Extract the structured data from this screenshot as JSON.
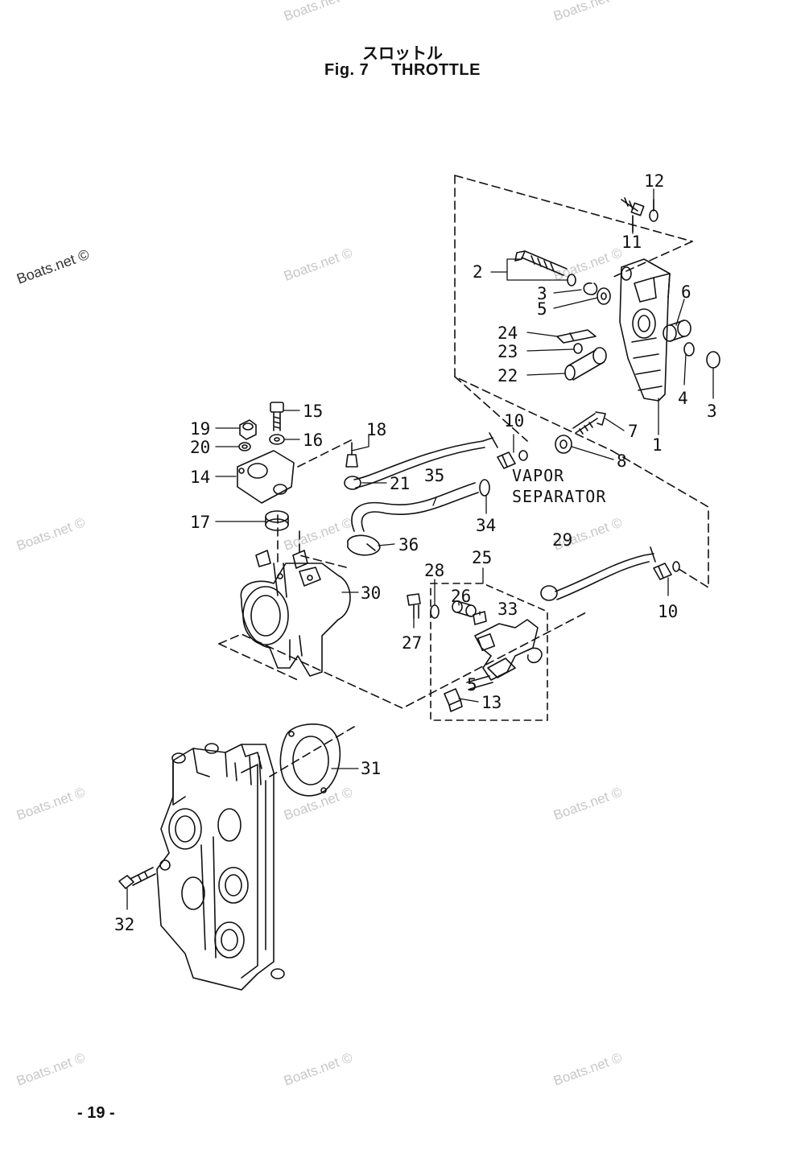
{
  "header": {
    "title_jp": "スロットル",
    "fig_label": "Fig. 7",
    "fig_name": "THROTTLE"
  },
  "footer": {
    "page_number": "- 19 -"
  },
  "watermark": {
    "text": "Boats.net ©"
  },
  "callouts": {
    "c1": "1",
    "c2": "2",
    "c3a": "3",
    "c3b": "3",
    "c4": "4",
    "c5": "5",
    "c6": "6",
    "c7": "7",
    "c8": "8",
    "c10a": "10",
    "c10b": "10",
    "c11": "11",
    "c12": "12",
    "c13": "13",
    "c14": "14",
    "c15": "15",
    "c16": "16",
    "c17": "17",
    "c18": "18",
    "c19": "19",
    "c20": "20",
    "c21": "21",
    "c22": "22",
    "c23": "23",
    "c24": "24",
    "c25": "25",
    "c26": "26",
    "c27": "27",
    "c28": "28",
    "c29": "29",
    "c30": "30",
    "c31": "31",
    "c32": "32",
    "c33": "33",
    "c34": "34",
    "c35": "35",
    "c36": "36"
  },
  "annotation": {
    "line1": "VAPOR",
    "line2": "SEPARATOR"
  }
}
